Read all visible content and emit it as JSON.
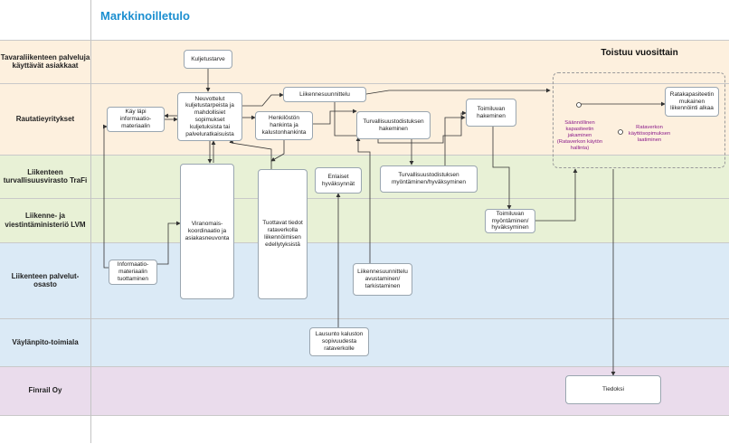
{
  "title": "Markkinoilletulo",
  "lanes": [
    {
      "label": "Tavaraliikenteen palveluja käyttävät asiakkaat",
      "color": "#fdf0de"
    },
    {
      "label": "Rautatieyritykset",
      "color": "#fdf0de"
    },
    {
      "label": "Liikenteen turvallisuusvirasto TraFi",
      "color": "#e8f1d6"
    },
    {
      "label": "Liikenne- ja viestintäministeriö LVM",
      "color": "#e8f1d6"
    },
    {
      "label": "Liikenteen palvelut-osasto",
      "color": "#dbeaf6"
    },
    {
      "label": "Väylänpito-toimiala",
      "color": "#dbeaf6"
    },
    {
      "label": "Finrail Oy",
      "color": "#eadcec"
    }
  ],
  "recurring": {
    "title": "Toistuu vuosittain"
  },
  "boxes": {
    "kuljetustarve": "Kuljetustarve",
    "informaatiomateriaali": "Käy läpi informaatio-materiaalin",
    "neuvottelut": "Neuvottelut kuljetustarpeista ja mahdollisiet sopimukset kuljetuksista tai palveluratkaisuista",
    "liikennesuunnittelu": "Liikennesuunnittelu",
    "henkilosto": "Henkilöstön hankinta ja kalustonhankinta",
    "turvallisuustodistus_hakeminen": "Turvallisuustodistuksen hakeminen",
    "toimiluvan_hakeminen": "Toimiluvan hakeminen",
    "ratakapasiteetin": "Ratakapasiteetin mukainen liikennöinti alkaa",
    "viranomais": "Viranomais-koordinaatio ja asiakasneuvonta",
    "tuottavat": "Tuottavat tiedot rataverkolla liikennöimisen edellytyksistä",
    "enlaiset": "Enlaiset hyväksynnät",
    "turvallisuustodistus_myontaminen": "Turvallisuustodistuksen myöntäminen/hyväksyminen",
    "toimiluvan_myontaminen": "Toimiluvan myöntäminen/ hyväksyminen",
    "informaatio_tuottaminen": "Informaatio-materiaalin tuottaminen",
    "liikennesuunnittelu_avustaminen": "Liikennesuunnittelu avustaminen/ tarkistaminen",
    "lausunto": "Lausunto kaluston sopivuudesta rataverkolle",
    "tiedoksi": "Tiedoksi"
  },
  "notes": {
    "saannollinen": "Säännöllinen kapasiteetin jakaminen (Rataverkon käytön hallinta)",
    "rataverkon": "Rataverkon käyttösopimuksen laatiminen"
  },
  "colors": {
    "title": "#1c8fd0",
    "note": "#8a1a8a",
    "line": "#333333"
  }
}
